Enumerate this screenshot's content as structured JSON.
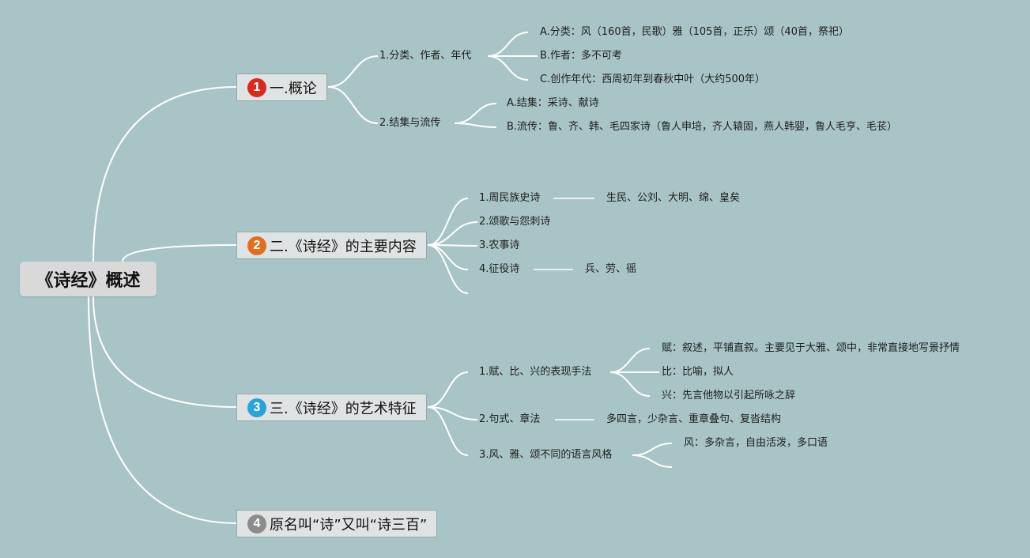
{
  "root": {
    "label": "《诗经》概述"
  },
  "colors": {
    "background": "#a9c4c7",
    "badge_1": "#d62b1e",
    "badge_2": "#e0701f",
    "badge_3": "#2aa3d8",
    "badge_4": "#8c8c8c",
    "connector": "#ffffff"
  },
  "branches": [
    {
      "number": "1",
      "label": "一.概论",
      "children": [
        {
          "label": "1.分类、作者、年代",
          "children": [
            "A.分类：风（160首，民歌）雅（105首，正乐）颂（40首，祭祀）",
            "B.作者：多不可考",
            "C.创作年代：西周初年到春秋中叶（大约500年）"
          ]
        },
        {
          "label": "2.结集与流传",
          "children": [
            "A.结集：采诗、献诗",
            "B.流传：鲁、齐、韩、毛四家诗（鲁人申培，齐人辕固，燕人韩婴，鲁人毛亨、毛苌）"
          ]
        }
      ]
    },
    {
      "number": "2",
      "label": "二.《诗经》的主要内容",
      "children": [
        {
          "label": "1.周民族史诗",
          "children": [
            "生民、公刘、大明、绵、皇矣"
          ]
        },
        {
          "label": "2.颂歌与怨刺诗",
          "children": []
        },
        {
          "label": "3.农事诗",
          "children": []
        },
        {
          "label": "4.征役诗",
          "children": [
            "兵、劳、徭"
          ]
        }
      ]
    },
    {
      "number": "3",
      "label": "三.《诗经》的艺术特征",
      "children": [
        {
          "label": "1.赋、比、兴的表现手法",
          "children": [
            "赋：叙述，平铺直叙。主要见于大雅、颂中，非常直接地写景抒情",
            "比：比喻，拟人",
            "兴：先言他物以引起所咏之辞"
          ]
        },
        {
          "label": "2.句式、章法",
          "children": [
            "多四言，少杂言、重章叠句、复沓结构"
          ]
        },
        {
          "label": "3.风、雅、颂不同的语言风格",
          "children": [
            "风：多杂言，自由活泼，多口语"
          ]
        }
      ]
    },
    {
      "number": "4",
      "label": "原名叫“诗”又叫“诗三百”",
      "children": []
    }
  ]
}
